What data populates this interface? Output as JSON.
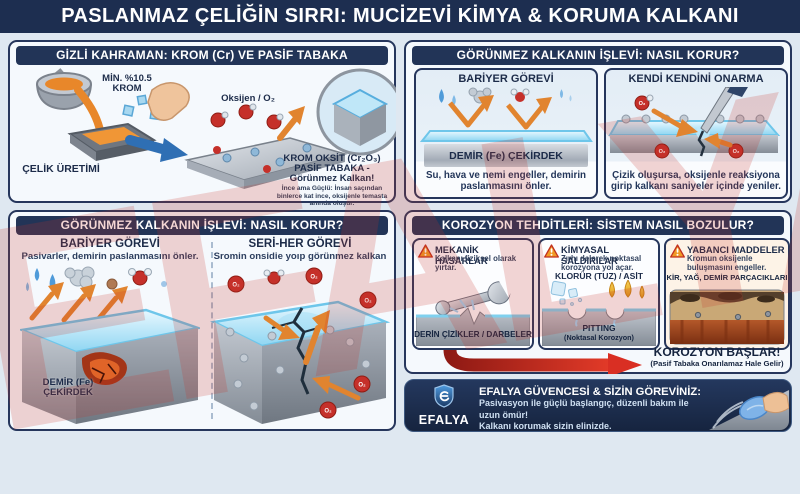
{
  "title": "PASLANMAZ ÇELİĞİN SIRRI: MUCİZEVİ KİMYA & KORUMA KALKANI",
  "watermark": "EFALYA",
  "molecule_labels": {
    "o2": "O₂"
  },
  "panel_hero": {
    "header": "GİZLİ KAHRAMAN: KROM (Cr) VE PASİF TABAKA",
    "production_label": "ÇELİK ÜRETİMİ",
    "chromium_label": "MİN. %10.5 KROM",
    "oxygen_label": "Oksijen / O₂",
    "oxide_line1": "KROM OKSİT (Cr₂O₃)",
    "oxide_line2": "PASİF TABAKA -",
    "oxide_line3": "Görünmez Kalkan!",
    "oxide_note": "İnce ama Güçlü: İnsan saçından binlerce kat ince, oksijenle temasta anında oluşur."
  },
  "panel_shield": {
    "header": "GÖRÜNMEZ KALKANIN İŞLEVİ: NASIL KORUR?",
    "barrier_title": "BARİYER GÖREVİ",
    "core_label": "DEMİR (Fe) ÇEKİRDEK",
    "barrier_caption": "Su, hava ve nemi engeller, demirin paslanmasını önler.",
    "heal_title": "KENDİ KENDİNİ ONARMA",
    "heal_caption": "Çizik oluşursa, oksijenle reaksiyona girip kalkanı saniyeler içinde yeniler."
  },
  "panel_shield2": {
    "header": "GÖRÜNMEZ KALKANIN İŞLEVİ: NASIL KORUR?",
    "barrier_title": "BARİYER GÖREVİ",
    "barrier_subtitle": "Pasivarler, demirin paslanmasını önler.",
    "core_label": "DEMİR (Fe) ÇEKİRDEK",
    "heal_title": "SERİ-HER GÖREVİ",
    "heal_subtitle": "Sromin onsidie yoıp görünmez kalkan"
  },
  "panel_threats": {
    "header": "KOROZYON TEHDİTLERİ: SİSTEM NASIL BOZULUR?",
    "threats": [
      {
        "title": "MEKANİK HASARLAR",
        "desc": "Kalkanı fiziksel olarak yırtar.",
        "caption": "DERİN ÇİZİKLER / DARBELER"
      },
      {
        "title": "KİMYASAL SALDIRILAR",
        "desc": "Zırhı delerek noktasal korozyona yol açar.",
        "mid_label": "KLORÜR (TUZ) / ASİT",
        "caption": "PITTING",
        "caption_sub": "(Noktasal Korozyon)"
      },
      {
        "title": "YABANCI MADDELER",
        "desc": "Kromun oksijenle buluşmasını engeller.",
        "caption": "KİR, YAĞ, DEMİR PARÇACIKLARI"
      }
    ],
    "result_title": "KOROZYON BAŞLAR!",
    "result_sub": "(Pasif Tabaka Onarılamaz Hale Gelir)"
  },
  "banner": {
    "brand": "EFALYA",
    "heading": "EFALYA GÜVENCESİ & SİZİN GÖREVİNİZ:",
    "line1": "Pasivasyon ile güçlü başlangıç, düzenli bakım ile uzun ömür!",
    "line2": "Kalkanı korumak sizin elinizde."
  },
  "colors": {
    "navy": "#22345c",
    "accent_orange": "#e1842f",
    "alert_red": "#c5281f",
    "shield_cyan": "#8fd6f2",
    "watermark_red": "#ca3028"
  }
}
